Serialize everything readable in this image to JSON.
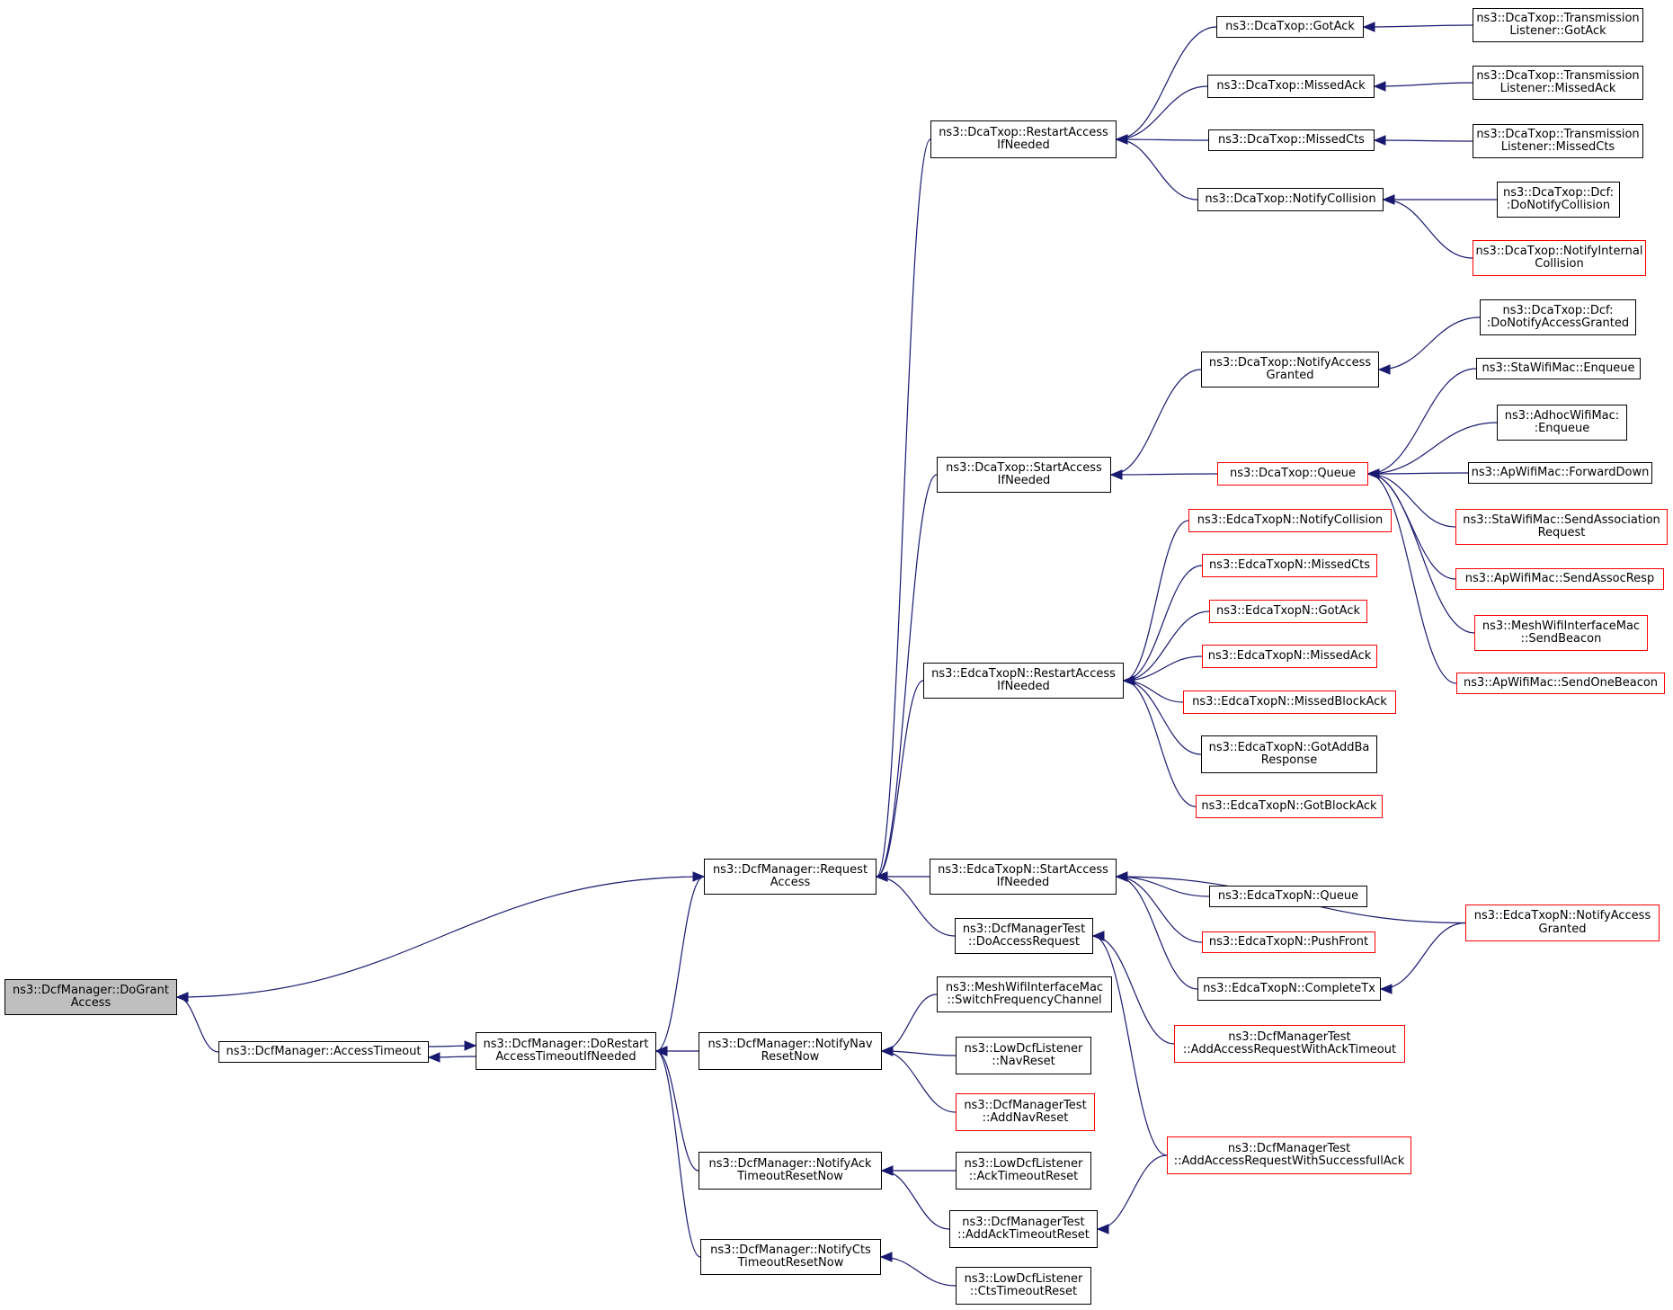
{
  "graph": {
    "edge_color": "#191970",
    "root_fill": "#bfbfbf",
    "link_border": "#000000",
    "incomplete_border": "#ff0000",
    "nodes": [
      {
        "id": "dogrant",
        "label": "ns3::DcfManager::DoGrant\nAccess",
        "status": "root"
      },
      {
        "id": "accesstimeout",
        "label": "ns3::DcfManager::AccessTimeout",
        "status": "normal"
      },
      {
        "id": "dorestart",
        "label": "ns3::DcfManager::DoRestart\nAccessTimeoutIfNeeded",
        "status": "normal"
      },
      {
        "id": "requestaccess",
        "label": "ns3::DcfManager::Request\nAccess",
        "status": "normal"
      },
      {
        "id": "notifynav",
        "label": "ns3::DcfManager::NotifyNav\nResetNow",
        "status": "normal"
      },
      {
        "id": "notifyack",
        "label": "ns3::DcfManager::NotifyAck\nTimeoutResetNow",
        "status": "normal"
      },
      {
        "id": "notifycts",
        "label": "ns3::DcfManager::NotifyCts\nTimeoutResetNow",
        "status": "normal"
      },
      {
        "id": "dca_restart",
        "label": "ns3::DcaTxop::RestartAccess\nIfNeeded",
        "status": "normal"
      },
      {
        "id": "dca_start",
        "label": "ns3::DcaTxop::StartAccess\nIfNeeded",
        "status": "normal"
      },
      {
        "id": "edca_restart",
        "label": "ns3::EdcaTxopN::RestartAccess\nIfNeeded",
        "status": "normal"
      },
      {
        "id": "edca_start",
        "label": "ns3::EdcaTxopN::StartAccess\nIfNeeded",
        "status": "normal"
      },
      {
        "id": "test_doaccess",
        "label": "ns3::DcfManagerTest\n::DoAccessRequest",
        "status": "normal"
      },
      {
        "id": "mesh_switch",
        "label": "ns3::MeshWifiInterfaceMac\n::SwitchFrequencyChannel",
        "status": "normal"
      },
      {
        "id": "low_navreset",
        "label": "ns3::LowDcfListener\n::NavReset",
        "status": "normal"
      },
      {
        "id": "test_addnav",
        "label": "ns3::DcfManagerTest\n::AddNavReset",
        "status": "incomplete"
      },
      {
        "id": "low_ackreset",
        "label": "ns3::LowDcfListener\n::AckTimeoutReset",
        "status": "normal"
      },
      {
        "id": "test_addack",
        "label": "ns3::DcfManagerTest\n::AddAckTimeoutReset",
        "status": "normal"
      },
      {
        "id": "low_ctsreset",
        "label": "ns3::LowDcfListener\n::CtsTimeoutReset",
        "status": "normal"
      },
      {
        "id": "dca_gotack",
        "label": "ns3::DcaTxop::GotAck",
        "status": "normal"
      },
      {
        "id": "dca_missedack",
        "label": "ns3::DcaTxop::MissedAck",
        "status": "normal"
      },
      {
        "id": "dca_missedcts",
        "label": "ns3::DcaTxop::MissedCts",
        "status": "normal"
      },
      {
        "id": "dca_notifycoll",
        "label": "ns3::DcaTxop::NotifyCollision",
        "status": "normal"
      },
      {
        "id": "tl_gotack",
        "label": "ns3::DcaTxop::Transmission\nListener::GotAck",
        "status": "normal"
      },
      {
        "id": "tl_missedack",
        "label": "ns3::DcaTxop::Transmission\nListener::MissedAck",
        "status": "normal"
      },
      {
        "id": "tl_missedcts",
        "label": "ns3::DcaTxop::Transmission\nListener::MissedCts",
        "status": "normal"
      },
      {
        "id": "dcf_donotifycoll",
        "label": "ns3::DcaTxop::Dcf:\n:DoNotifyCollision",
        "status": "normal"
      },
      {
        "id": "dca_notifyinternal",
        "label": "ns3::DcaTxop::NotifyInternal\nCollision",
        "status": "incomplete"
      },
      {
        "id": "dca_notifyaccess",
        "label": "ns3::DcaTxop::NotifyAccess\nGranted",
        "status": "normal"
      },
      {
        "id": "dcf_donotifyaccess",
        "label": "ns3::DcaTxop::Dcf:\n:DoNotifyAccessGranted",
        "status": "normal"
      },
      {
        "id": "dca_queue",
        "label": "ns3::DcaTxop::Queue",
        "status": "incomplete"
      },
      {
        "id": "sta_enqueue",
        "label": "ns3::StaWifiMac::Enqueue",
        "status": "normal"
      },
      {
        "id": "adhoc_enqueue",
        "label": "ns3::AdhocWifiMac:\n:Enqueue",
        "status": "normal"
      },
      {
        "id": "ap_forwarddown",
        "label": "ns3::ApWifiMac::ForwardDown",
        "status": "normal"
      },
      {
        "id": "sta_sendassoc",
        "label": "ns3::StaWifiMac::SendAssociation\nRequest",
        "status": "incomplete"
      },
      {
        "id": "ap_sendassocresp",
        "label": "ns3::ApWifiMac::SendAssocResp",
        "status": "incomplete"
      },
      {
        "id": "mesh_sendbeacon",
        "label": "ns3::MeshWifiInterfaceMac\n::SendBeacon",
        "status": "incomplete"
      },
      {
        "id": "ap_sendonebeacon",
        "label": "ns3::ApWifiMac::SendOneBeacon",
        "status": "incomplete"
      },
      {
        "id": "edca_notifycoll",
        "label": "ns3::EdcaTxopN::NotifyCollision",
        "status": "incomplete"
      },
      {
        "id": "edca_missedcts",
        "label": "ns3::EdcaTxopN::MissedCts",
        "status": "incomplete"
      },
      {
        "id": "edca_gotack",
        "label": "ns3::EdcaTxopN::GotAck",
        "status": "incomplete"
      },
      {
        "id": "edca_missedack",
        "label": "ns3::EdcaTxopN::MissedAck",
        "status": "incomplete"
      },
      {
        "id": "edca_missedblockack",
        "label": "ns3::EdcaTxopN::MissedBlockAck",
        "status": "incomplete"
      },
      {
        "id": "edca_gotaddba",
        "label": "ns3::EdcaTxopN::GotAddBa\nResponse",
        "status": "normal"
      },
      {
        "id": "edca_gotblockack",
        "label": "ns3::EdcaTxopN::GotBlockAck",
        "status": "incomplete"
      },
      {
        "id": "edca_queue",
        "label": "ns3::EdcaTxopN::Queue",
        "status": "normal"
      },
      {
        "id": "edca_pushfront",
        "label": "ns3::EdcaTxopN::PushFront",
        "status": "incomplete"
      },
      {
        "id": "edca_completetx",
        "label": "ns3::EdcaTxopN::CompleteTx",
        "status": "normal"
      },
      {
        "id": "edca_notifyaccess",
        "label": "ns3::EdcaTxopN::NotifyAccess\nGranted",
        "status": "incomplete"
      },
      {
        "id": "test_addaccessack",
        "label": "ns3::DcfManagerTest\n::AddAccessRequestWithAckTimeout",
        "status": "incomplete"
      },
      {
        "id": "test_addaccesssucc",
        "label": "ns3::DcfManagerTest\n::AddAccessRequestWithSuccessfullAck",
        "status": "incomplete"
      }
    ],
    "edges": [
      [
        "accesstimeout",
        "dogrant"
      ],
      [
        "requestaccess",
        "dogrant"
      ],
      [
        "dorestart",
        "accesstimeout"
      ],
      [
        "accesstimeout",
        "dorestart"
      ],
      [
        "notifynav",
        "dorestart"
      ],
      [
        "notifyack",
        "dorestart"
      ],
      [
        "notifycts",
        "dorestart"
      ],
      [
        "dorestart",
        "requestaccess"
      ],
      [
        "dca_restart",
        "requestaccess"
      ],
      [
        "dca_start",
        "requestaccess"
      ],
      [
        "edca_restart",
        "requestaccess"
      ],
      [
        "edca_start",
        "requestaccess"
      ],
      [
        "test_doaccess",
        "requestaccess"
      ],
      [
        "mesh_switch",
        "notifynav"
      ],
      [
        "low_navreset",
        "notifynav"
      ],
      [
        "test_addnav",
        "notifynav"
      ],
      [
        "low_ackreset",
        "notifyack"
      ],
      [
        "test_addack",
        "notifyack"
      ],
      [
        "low_ctsreset",
        "notifycts"
      ],
      [
        "dca_gotack",
        "dca_restart"
      ],
      [
        "dca_missedack",
        "dca_restart"
      ],
      [
        "dca_missedcts",
        "dca_restart"
      ],
      [
        "dca_notifycoll",
        "dca_restart"
      ],
      [
        "tl_gotack",
        "dca_gotack"
      ],
      [
        "tl_missedack",
        "dca_missedack"
      ],
      [
        "tl_missedcts",
        "dca_missedcts"
      ],
      [
        "dcf_donotifycoll",
        "dca_notifycoll"
      ],
      [
        "dca_notifyinternal",
        "dca_notifycoll"
      ],
      [
        "dca_notifyaccess",
        "dca_start"
      ],
      [
        "dca_queue",
        "dca_start"
      ],
      [
        "dcf_donotifyaccess",
        "dca_notifyaccess"
      ],
      [
        "sta_enqueue",
        "dca_queue"
      ],
      [
        "adhoc_enqueue",
        "dca_queue"
      ],
      [
        "ap_forwarddown",
        "dca_queue"
      ],
      [
        "sta_sendassoc",
        "dca_queue"
      ],
      [
        "ap_sendassocresp",
        "dca_queue"
      ],
      [
        "mesh_sendbeacon",
        "dca_queue"
      ],
      [
        "ap_sendonebeacon",
        "dca_queue"
      ],
      [
        "edca_notifycoll",
        "edca_restart"
      ],
      [
        "edca_missedcts",
        "edca_restart"
      ],
      [
        "edca_gotack",
        "edca_restart"
      ],
      [
        "edca_missedack",
        "edca_restart"
      ],
      [
        "edca_missedblockack",
        "edca_restart"
      ],
      [
        "edca_gotaddba",
        "edca_restart"
      ],
      [
        "edca_gotblockack",
        "edca_restart"
      ],
      [
        "edca_notifyaccess",
        "edca_start"
      ],
      [
        "edca_queue",
        "edca_start"
      ],
      [
        "edca_pushfront",
        "edca_start"
      ],
      [
        "edca_completetx",
        "edca_start"
      ],
      [
        "edca_notifyaccess",
        "edca_completetx"
      ],
      [
        "test_addaccessack",
        "test_doaccess"
      ],
      [
        "test_addaccesssucc",
        "test_doaccess"
      ],
      [
        "test_addaccesssucc",
        "test_addack"
      ]
    ]
  }
}
